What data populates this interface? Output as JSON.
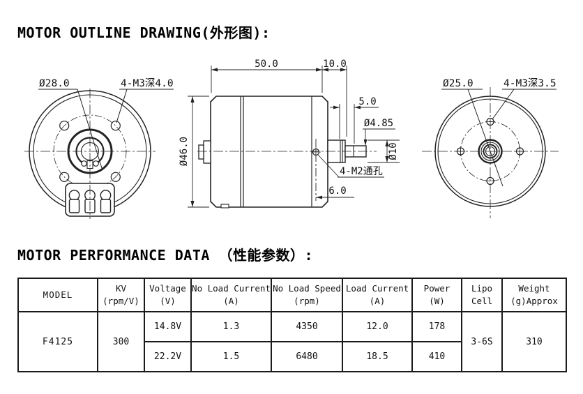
{
  "page": {
    "title_outline": "MOTOR OUTLINE DRAWING(外形图):",
    "title_performance": "MOTOR PERFORMANCE DATA （性能参数）:"
  },
  "drawing": {
    "front_view": {
      "boss_diameter": "Ø28.0",
      "mounting_holes": "4-M3深4.0"
    },
    "side_view": {
      "body_length": "50.0",
      "shaft_extension": "10.0",
      "shaft_step": "5.0",
      "shaft_diameter": "Ø4.85",
      "boss_diameter": "Ø10",
      "body_diameter": "Ø46.0",
      "through_holes": "4-M2通孔",
      "hole_offset": "6.0"
    },
    "rear_view": {
      "bolt_circle_diameter": "Ø25.0",
      "mounting_holes": "4-M3深3.5"
    }
  },
  "table": {
    "columns": [
      {
        "l1": "MODEL",
        "l2": ""
      },
      {
        "l1": "KV",
        "l2": "(rpm/V)"
      },
      {
        "l1": "Voltage",
        "l2": "(V)"
      },
      {
        "l1": "No Load Current",
        "l2": "(A)"
      },
      {
        "l1": "No Load Speed",
        "l2": "(rpm)"
      },
      {
        "l1": "Load Current",
        "l2": "(A)"
      },
      {
        "l1": "Power",
        "l2": "(W)"
      },
      {
        "l1": "Lipo",
        "l2": "Cell"
      },
      {
        "l1": "Weight",
        "l2": "(g)Approx"
      }
    ],
    "model": "F4125",
    "kv": "300",
    "lipo_cell": "3-6S",
    "weight": "310",
    "rows": [
      {
        "voltage": "14.8V",
        "no_load_current": "1.3",
        "no_load_speed": "4350",
        "load_current": "12.0",
        "power": "178"
      },
      {
        "voltage": "22.2V",
        "no_load_current": "1.5",
        "no_load_speed": "6480",
        "load_current": "18.5",
        "power": "410"
      }
    ]
  }
}
